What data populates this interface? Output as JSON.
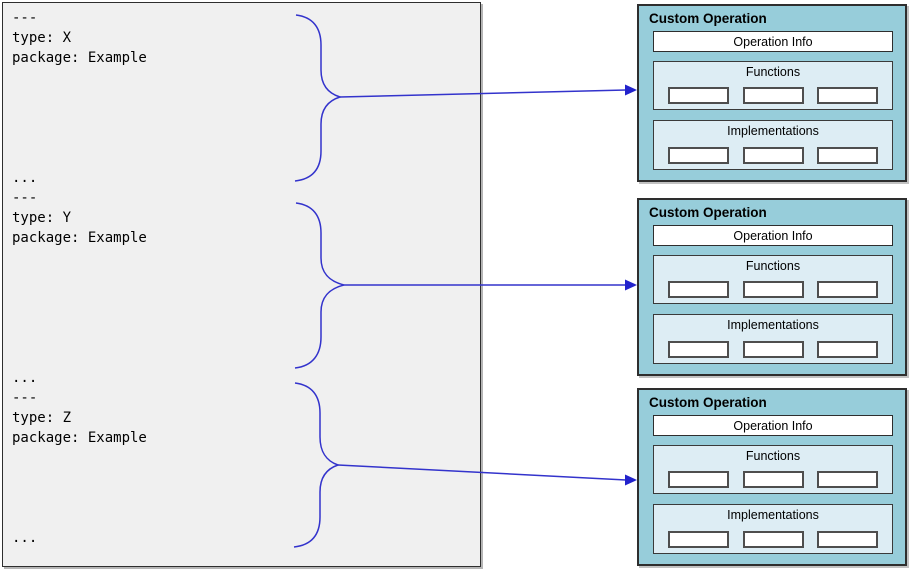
{
  "source_panel": {
    "content": "---\ntype: X\npackage: Example\n\n\n\n\n\n...\n---\ntype: Y\npackage: Example\n\n\n\n\n\n\n...\n---\ntype: Z\npackage: Example\n\n\n\n\n..."
  },
  "operations": [
    {
      "title": "Custom Operation",
      "info_label": "Operation Info",
      "sections": [
        {
          "label": "Functions",
          "slots": 3
        },
        {
          "label": "Implementations",
          "slots": 3
        }
      ]
    },
    {
      "title": "Custom Operation",
      "info_label": "Operation Info",
      "sections": [
        {
          "label": "Functions",
          "slots": 3
        },
        {
          "label": "Implementations",
          "slots": 3
        }
      ]
    },
    {
      "title": "Custom Operation",
      "info_label": "Operation Info",
      "sections": [
        {
          "label": "Functions",
          "slots": 3
        },
        {
          "label": "Implementations",
          "slots": 3
        }
      ]
    }
  ],
  "colors": {
    "connector_blue": "#3333cc",
    "arrowhead_blue": "#2222cc",
    "op_box_fill": "#97cdda",
    "section_fill": "#ddedf4",
    "panel_fill": "#f0f0f0"
  }
}
